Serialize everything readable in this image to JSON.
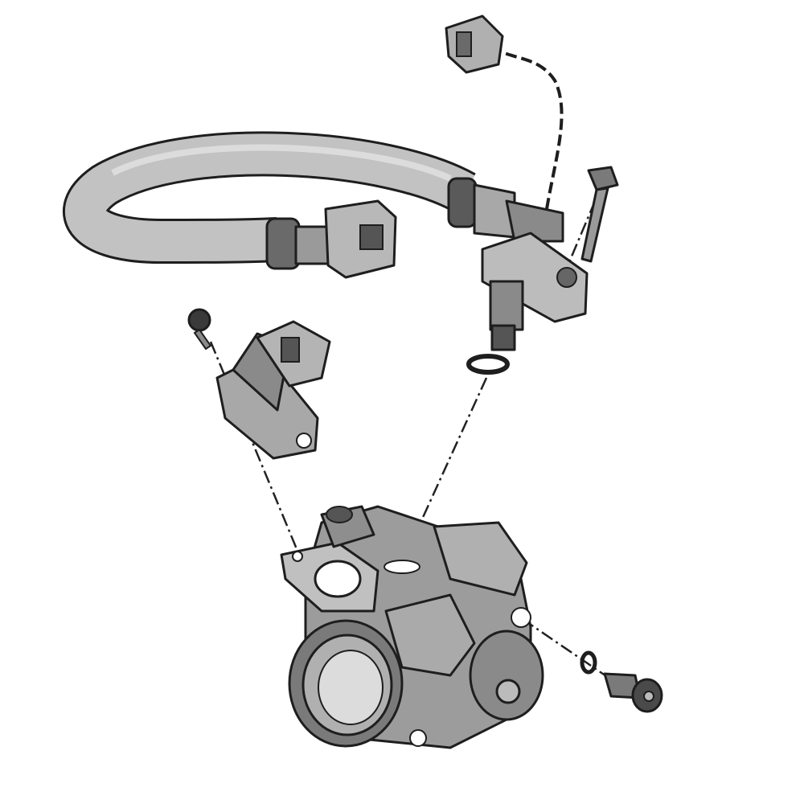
{
  "diagram": {
    "colors": {
      "line": "#1e1e1e",
      "part_light": "#c4c4c4",
      "part_mid": "#9a9a9a",
      "part_dark": "#5e5e5e",
      "background": "#ffffff"
    },
    "parts": [
      "fuel-hose",
      "hose-quick-connector",
      "injector-fitting",
      "fuel-injector",
      "injector-electrical-connector",
      "injector-mounting-bolt",
      "injector-o-ring",
      "sensor-screw",
      "throttle-position-sensor",
      "throttle-body",
      "idle-screw-o-ring",
      "idle-adjust-screw"
    ]
  }
}
